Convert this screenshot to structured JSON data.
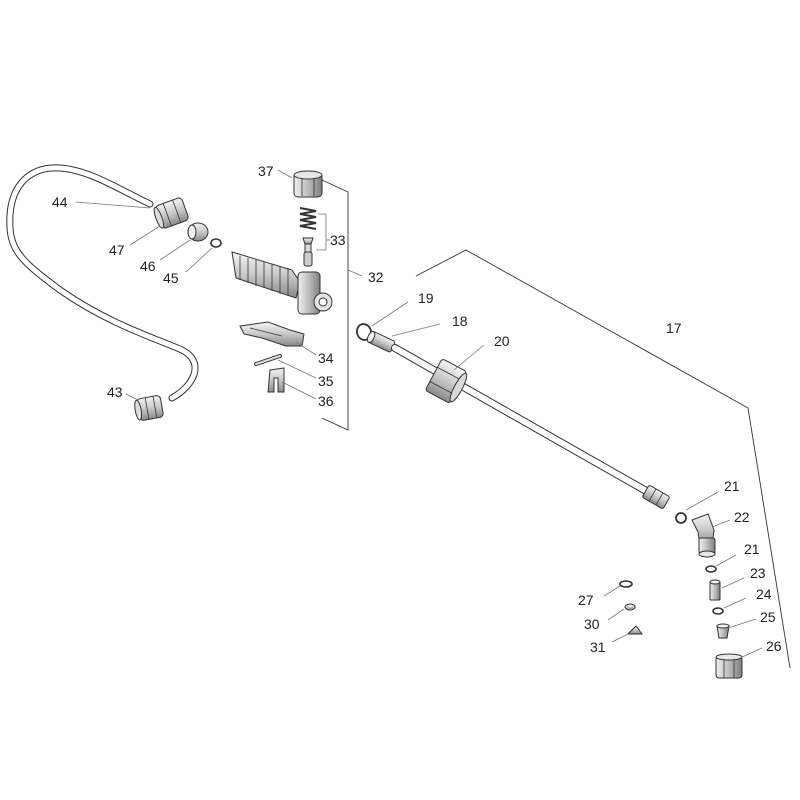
{
  "parts": [
    {
      "id": "p44",
      "label": "44"
    },
    {
      "id": "p47",
      "label": "47"
    },
    {
      "id": "p46",
      "label": "46"
    },
    {
      "id": "p45",
      "label": "45"
    },
    {
      "id": "p43",
      "label": "43"
    },
    {
      "id": "p37",
      "label": "37"
    },
    {
      "id": "p33",
      "label": "33"
    },
    {
      "id": "p32",
      "label": "32"
    },
    {
      "id": "p34",
      "label": "34"
    },
    {
      "id": "p35",
      "label": "35"
    },
    {
      "id": "p36",
      "label": "36"
    },
    {
      "id": "p19",
      "label": "19"
    },
    {
      "id": "p18",
      "label": "18"
    },
    {
      "id": "p20",
      "label": "20"
    },
    {
      "id": "p17",
      "label": "17"
    },
    {
      "id": "p21a",
      "label": "21"
    },
    {
      "id": "p22",
      "label": "22"
    },
    {
      "id": "p21b",
      "label": "21"
    },
    {
      "id": "p23",
      "label": "23"
    },
    {
      "id": "p24",
      "label": "24"
    },
    {
      "id": "p25",
      "label": "25"
    },
    {
      "id": "p26",
      "label": "26"
    },
    {
      "id": "p27",
      "label": "27"
    },
    {
      "id": "p30",
      "label": "30"
    },
    {
      "id": "p31",
      "label": "31"
    }
  ]
}
